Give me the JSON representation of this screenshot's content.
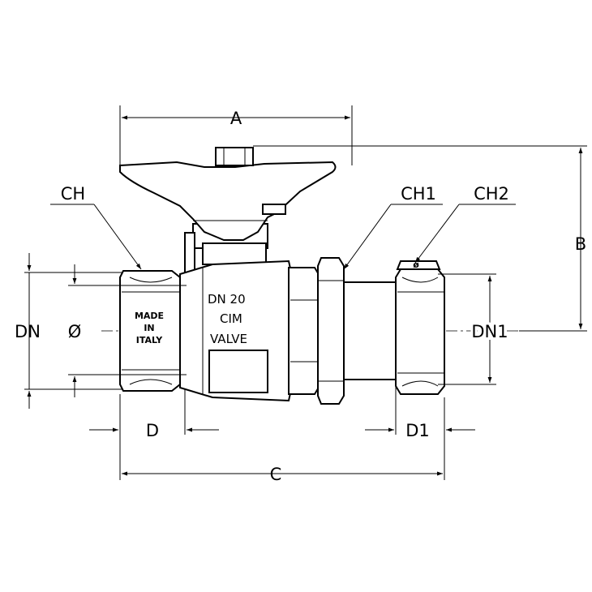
{
  "dimensions": {
    "A": "A",
    "B": "B",
    "C": "C",
    "D": "D",
    "D1": "D1",
    "CH": "CH",
    "CH1": "CH1",
    "CH2": "CH2",
    "DN": "DN",
    "DN1": "DN1",
    "diameter": "Ø",
    "diameter_small": "ø"
  },
  "body_markings": {
    "size": "DN  20",
    "brand": "CIM",
    "type": "VALVE",
    "origin_line1": "MADE",
    "origin_line2": "IN",
    "origin_line3": "ITALY"
  }
}
